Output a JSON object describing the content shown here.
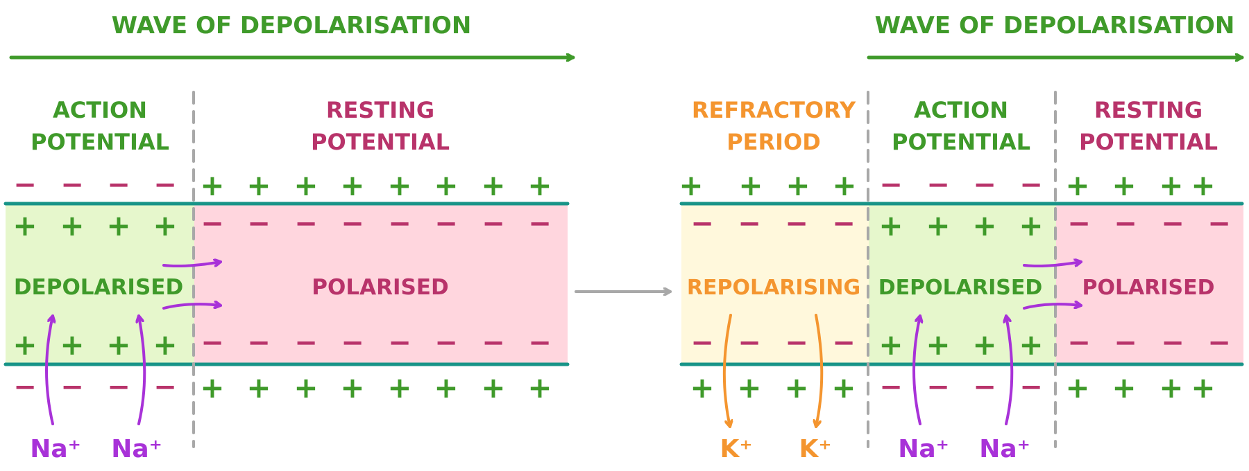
{
  "colors": {
    "green": "#3f9a2a",
    "magenta": "#b8336a",
    "orange": "#f4952f",
    "purple": "#a832d8",
    "teal": "#189488",
    "grey": "#a8a8a8",
    "green_fill": "#e6f7cc",
    "pink_fill": "#ffd6de",
    "yellow_fill": "#fff8dc"
  },
  "symbols": {
    "plus": "+",
    "minus": "−"
  },
  "left": {
    "wave_label": "WAVE OF DEPOLARISATION",
    "action": {
      "line1": "ACTION",
      "line2": "POTENTIAL",
      "state": "DEPOLARISED"
    },
    "resting": {
      "line1": "RESTING",
      "line2": "POTENTIAL",
      "state": "POLARISED"
    },
    "ions": [
      "Na⁺",
      "Na⁺"
    ]
  },
  "right": {
    "wave_label": "WAVE OF DEPOLARISATION",
    "refractory": {
      "line1": "REFRACTORY",
      "line2": "PERIOD",
      "state": "REPOLARISING"
    },
    "action": {
      "line1": "ACTION",
      "line2": "POTENTIAL",
      "state": "DEPOLARISED"
    },
    "resting": {
      "line1": "RESTING",
      "line2": "POTENTIAL",
      "state": "POLARISED"
    },
    "k_ions": [
      "K⁺",
      "K⁺"
    ],
    "na_ions": [
      "Na⁺",
      "Na⁺"
    ]
  }
}
